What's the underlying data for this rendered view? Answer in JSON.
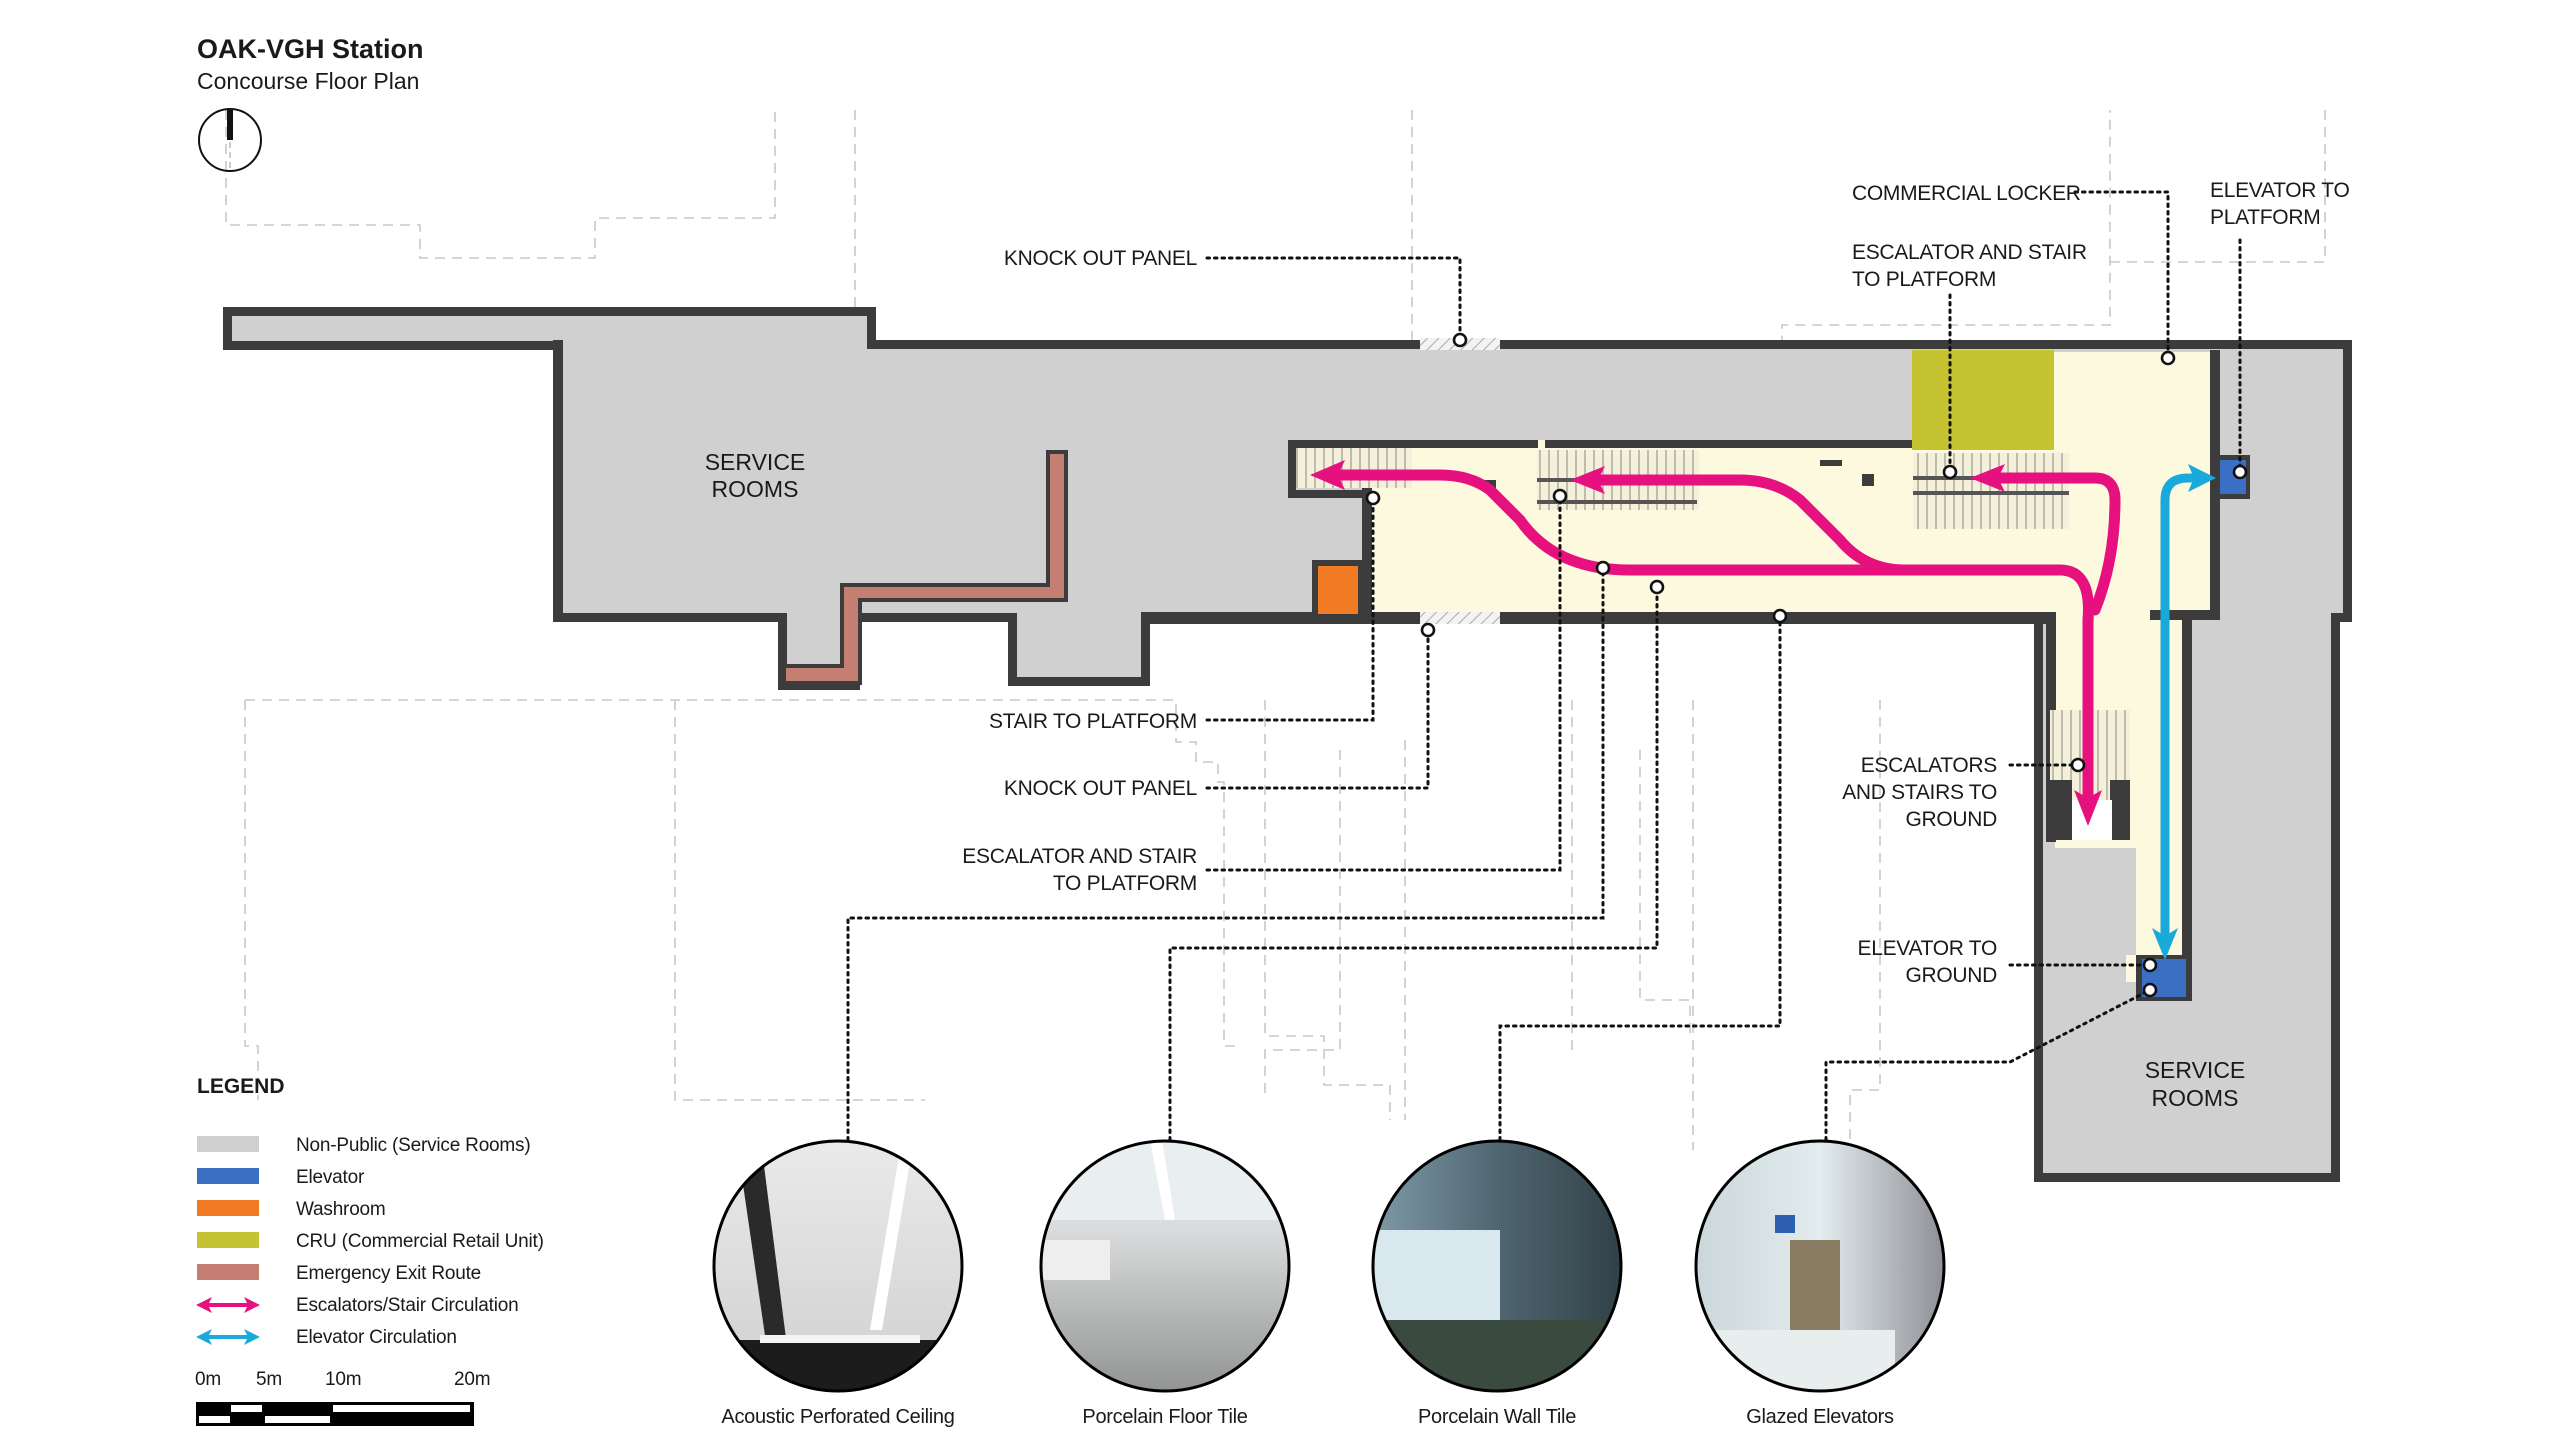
{
  "header": {
    "title": "OAK-VGH Station",
    "subtitle": "Concourse Floor Plan",
    "north_arrow": "north-arrow-icon"
  },
  "plan": {
    "rooms": [
      {
        "id": "service-rooms-west",
        "label_line1": "SERVICE",
        "label_line2": "ROOMS"
      },
      {
        "id": "service-rooms-east",
        "label_line1": "SERVICE",
        "label_line2": "ROOMS"
      }
    ],
    "callouts": {
      "knock_out_panel_top": "KNOCK OUT PANEL",
      "commercial_locker": "COMMERCIAL LOCKER",
      "escalator_stair_platform_top_1": "ESCALATOR AND STAIR",
      "escalator_stair_platform_top_2": "TO PLATFORM",
      "elevator_platform_1": "ELEVATOR TO",
      "elevator_platform_2": "PLATFORM",
      "stair_to_platform": "STAIR TO PLATFORM",
      "knock_out_panel_bottom": "KNOCK OUT PANEL",
      "escalator_stair_platform_bottom_1": "ESCALATOR AND STAIR",
      "escalator_stair_platform_bottom_2": "TO PLATFORM",
      "escalators_ground_1": "ESCALATORS",
      "escalators_ground_2": "AND STAIRS TO",
      "escalators_ground_3": "GROUND",
      "elevator_ground_1": "ELEVATOR TO",
      "elevator_ground_2": "GROUND"
    }
  },
  "legend": {
    "title": "LEGEND",
    "items": [
      {
        "label": "Non-Public (Service Rooms)",
        "type": "swatch",
        "color": "#d0d0d0"
      },
      {
        "label": "Elevator",
        "type": "swatch",
        "color": "#3b6fc4"
      },
      {
        "label": "Washroom",
        "type": "swatch",
        "color": "#f07b24"
      },
      {
        "label": "CRU (Commercial Retail Unit)",
        "type": "swatch",
        "color": "#c6c332"
      },
      {
        "label": "Emergency Exit Route",
        "type": "swatch",
        "color": "#c47f72"
      },
      {
        "label": "Escalators/Stair Circulation",
        "type": "arrow",
        "color": "#e6117f"
      },
      {
        "label": "Elevator Circulation",
        "type": "arrow",
        "color": "#19a9da"
      }
    ]
  },
  "scale_bar": {
    "ticks": [
      "0m",
      "5m",
      "10m",
      "20m"
    ]
  },
  "materials": [
    {
      "caption": "Acoustic Perforated Ceiling"
    },
    {
      "caption": "Porcelain Floor Tile"
    },
    {
      "caption": "Porcelain Wall Tile"
    },
    {
      "caption": "Glazed Elevators"
    }
  ],
  "colors": {
    "service": "#d0d0d0",
    "public": "#fdf9df",
    "wall": "#3c3c3c",
    "elevator": "#3b6fc4",
    "washroom": "#f07b24",
    "cru": "#c6c332",
    "exit_route": "#c47f72",
    "escalator_circulation": "#e6117f",
    "elevator_circulation": "#19a9da"
  }
}
